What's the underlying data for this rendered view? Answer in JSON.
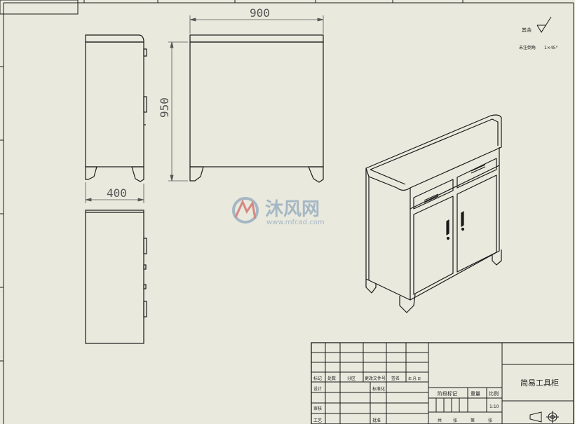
{
  "dimensions": {
    "width": "900",
    "height": "950",
    "depth": "400"
  },
  "watermark": {
    "brand": "沐风网",
    "url": "www.mfcad.com"
  },
  "roughness_note": {
    "label": "其余",
    "glyph": "√"
  },
  "tolerance_note": {
    "label": "未注倒角",
    "value": "1×45°"
  },
  "title_block": {
    "part_name": "简易工具柜",
    "row_headers": [
      "标记",
      "处数",
      "分区",
      "更改文件号",
      "签名",
      "年.月.日"
    ],
    "design": "设计",
    "standardized": "标准化",
    "review": "审核",
    "process": "工艺",
    "approve": "批准",
    "stage_mark": "阶段标记",
    "weight": "重量",
    "scale": "比例",
    "scale_value": "1:10",
    "sheet_total": "共",
    "sheet_label": "张",
    "sheet_num": "第",
    "sheet_label2": "张"
  },
  "colors": {
    "paper": "#e9e9dd",
    "line": "#1a1a1a",
    "dim": "#555555",
    "wm_blue": "#6f8fb0",
    "wm_red": "#c43a3a"
  }
}
